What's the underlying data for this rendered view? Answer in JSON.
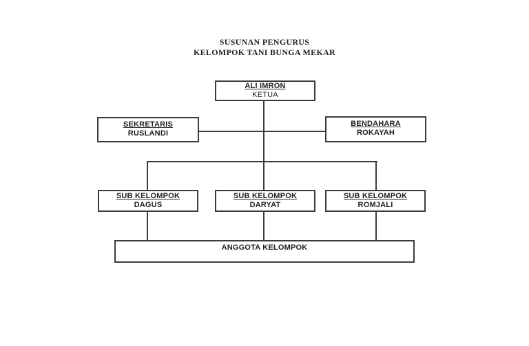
{
  "title": {
    "line1": "SUSUNAN PENGURUS",
    "line2": "KELOMPOK TANI BUNGA MEKAR"
  },
  "org": {
    "ketua": {
      "name": "ALI IMRON",
      "role": "KETUA"
    },
    "sekretaris": {
      "role": "SEKRETARIS",
      "name": "RUSLANDI"
    },
    "bendahara": {
      "role": "BENDAHARA",
      "name": "ROKAYAH"
    },
    "sub_kelompok": [
      {
        "role": "SUB KELOMPOK",
        "name": "DAGUS"
      },
      {
        "role": "SUB KELOMPOK",
        "name": "DARYAT"
      },
      {
        "role": "SUB KELOMPOK",
        "name": "ROMJALI"
      }
    ],
    "anggota": {
      "label": "ANGGOTA KELOMPOK"
    }
  },
  "colors": {
    "background": "#ffffff",
    "line": "#3b3b3b",
    "text": "#1f1f1f"
  }
}
